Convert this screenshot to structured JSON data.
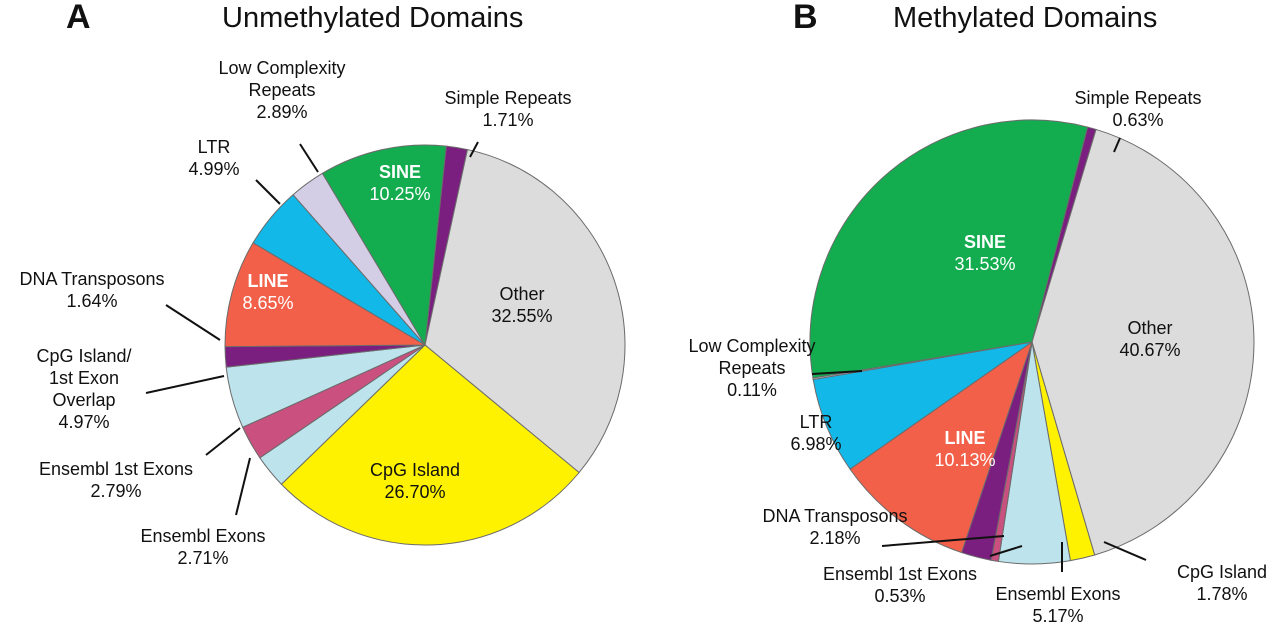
{
  "colors": {
    "Other": "#dcdcdc",
    "CpG Island": "#fff200",
    "Ensembl Exons": "#bde3ec",
    "Ensembl 1st Exons": "#c9507f",
    "CpG Island/ 1st Exon Overlap": "#bde3ec",
    "DNA Transposons": "#7a1f7f",
    "LINE": "#f2604a",
    "LTR": "#12b8e8",
    "Low Complexity Repeats": "#d3cee6",
    "SINE": "#13ad4f",
    "Simple Repeats": "#7a1f7f"
  },
  "chart_data": [
    {
      "type": "pie",
      "panel": "A",
      "title": "Unmethylated Domains",
      "slices": [
        {
          "label": "Simple Repeats",
          "text": "Simple Repeats",
          "pct": "1.71%",
          "value": 1.71
        },
        {
          "label": "Other",
          "text": "Other",
          "pct": "32.55%",
          "value": 32.55
        },
        {
          "label": "CpG Island",
          "text": "CpG Island",
          "pct": "26.70%",
          "value": 26.7
        },
        {
          "label": "Ensembl Exons",
          "text": "Ensembl Exons",
          "pct": "2.71%",
          "value": 2.71
        },
        {
          "label": "Ensembl 1st Exons",
          "text": "Ensembl 1st Exons",
          "pct": "2.79%",
          "value": 2.79
        },
        {
          "label": "CpG Island/ 1st Exon Overlap",
          "text": "CpG Island/ 1st Exon Overlap",
          "pct": "4.97%",
          "value": 4.97
        },
        {
          "label": "DNA Transposons",
          "text": "DNA Transposons",
          "pct": "1.64%",
          "value": 1.64
        },
        {
          "label": "LINE",
          "text": "LINE",
          "pct": "8.65%",
          "value": 8.65
        },
        {
          "label": "LTR",
          "text": "LTR",
          "pct": "4.99%",
          "value": 4.99
        },
        {
          "label": "Low Complexity Repeats",
          "text": "Low Complexity Repeats",
          "pct": "2.89%",
          "value": 2.89
        },
        {
          "label": "SINE",
          "text": "SINE",
          "pct": "10.25%",
          "value": 10.25
        }
      ]
    },
    {
      "type": "pie",
      "panel": "B",
      "title": "Methylated Domains",
      "slices": [
        {
          "label": "Simple Repeats",
          "text": "Simple Repeats",
          "pct": "0.63%",
          "value": 0.63
        },
        {
          "label": "Other",
          "text": "Other",
          "pct": "40.67%",
          "value": 40.67
        },
        {
          "label": "CpG Island",
          "text": "CpG Island",
          "pct": "1.78%",
          "value": 1.78
        },
        {
          "label": "Ensembl Exons",
          "text": "Ensembl Exons",
          "pct": "5.17%",
          "value": 5.17
        },
        {
          "label": "Ensembl 1st Exons",
          "text": "Ensembl 1st Exons",
          "pct": "0.53%",
          "value": 0.53
        },
        {
          "label": "DNA Transposons",
          "text": "DNA Transposons",
          "pct": "2.18%",
          "value": 2.18
        },
        {
          "label": "LINE",
          "text": "LINE",
          "pct": "10.13%",
          "value": 10.13
        },
        {
          "label": "LTR",
          "text": "LTR",
          "pct": "6.98%",
          "value": 6.98
        },
        {
          "label": "Low Complexity Repeats",
          "text": "Low Complexity Repeats",
          "pct": "0.11%",
          "value": 0.11
        },
        {
          "label": "SINE",
          "text": "SINE",
          "pct": "31.53%",
          "value": 31.53
        }
      ]
    }
  ]
}
